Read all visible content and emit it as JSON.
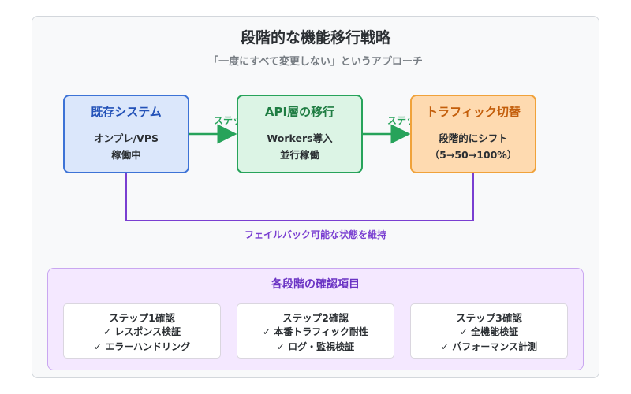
{
  "title": "段階的な機能移行戦略",
  "subtitle": "「一度にすべて変更しない」というアプローチ",
  "stages": [
    {
      "title": "既存システム",
      "lines": [
        "オンプレ/VPS",
        "稼働中"
      ]
    },
    {
      "title": "API層の移行",
      "lines": [
        "Workers導入",
        "並行稼働"
      ]
    },
    {
      "title": "トラフィック切替",
      "lines": [
        "段階的にシフト",
        "（5→50→100%）"
      ]
    }
  ],
  "step_labels": [
    "ステップ",
    "ステップ"
  ],
  "fallback_label": "フェイルバック可能な状態を維持",
  "checks": {
    "title": "各段階の確認項目",
    "cards": [
      {
        "title": "ステップ1確認",
        "items": [
          "✓ レスポンス検証",
          "✓ エラーハンドリング"
        ]
      },
      {
        "title": "ステップ2確認",
        "items": [
          "✓ 本番トラフィック耐性",
          "✓ ログ・監視検証"
        ]
      },
      {
        "title": "ステップ3確認",
        "items": [
          "✓ 全機能検証",
          "✓ パフォーマンス計測"
        ]
      }
    ]
  },
  "colors": {
    "flow_arrow": "#27a35a",
    "fallback_arrow": "#7a3fd1"
  }
}
